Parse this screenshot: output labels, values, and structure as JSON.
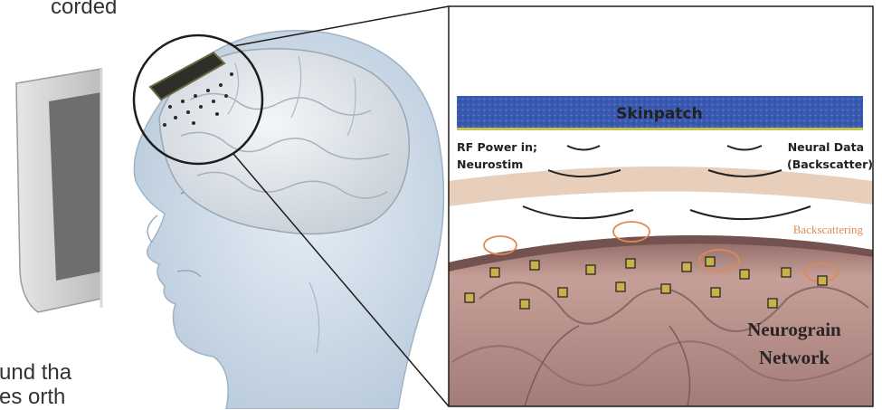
{
  "page_fragments": {
    "top": "corded",
    "bottom_line1": "und tha",
    "bottom_line2": "es orth"
  },
  "diagram": {
    "skinpatch_label": "Skinpatch",
    "rf_label_line1": "RF Power in;",
    "rf_label_line2": "Neurostim",
    "neural_label_line1": "Neural Data",
    "neural_label_line2": "(Backscatter)",
    "backscatter_label": "Backscattering",
    "network_label_line1": "Neurograin",
    "network_label_line2": "Network"
  },
  "colors": {
    "skinpatch_blue": "#3a59b2",
    "skin_layer": "#e7cfbb",
    "tissue": "#b98f8a",
    "backscatter_orange": "#e08a53",
    "head_blue": "#c6d4e2"
  }
}
